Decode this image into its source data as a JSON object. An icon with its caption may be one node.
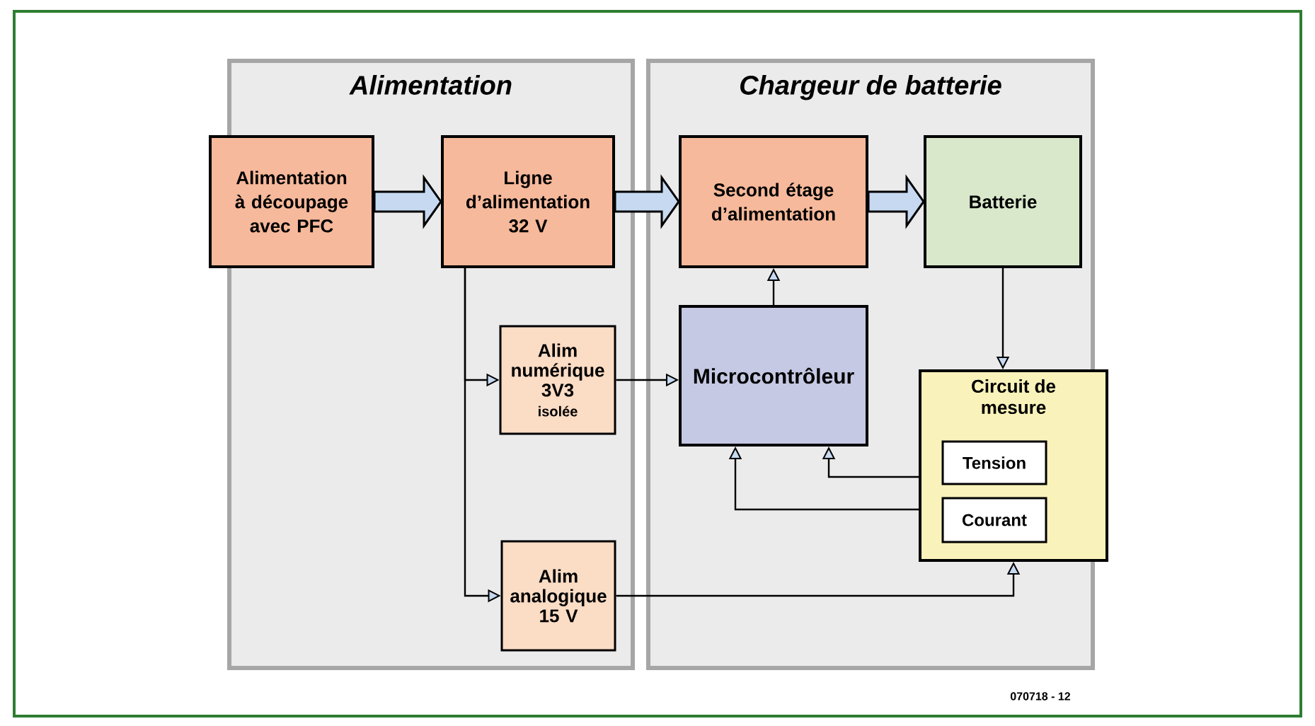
{
  "diagram": {
    "nodes": [
      {
        "text": [
          "Alimentation"
        ]
      },
      {
        "text": [
          "Chargeur de batterie"
        ]
      },
      {
        "text": [
          "Alimentation à découpage avec PFC"
        ],
        "in": 0
      },
      {
        "text": [
          "Ligne d’alimentation 32 V"
        ],
        "in": 0
      },
      {
        "text": [
          "Alim numérique 3V3",
          "isolée"
        ],
        "in": 0
      },
      {
        "text": [
          "Alim analogique 15 V"
        ],
        "in": 0
      },
      {
        "text": [
          "Second étage d’alimentation"
        ],
        "in": 1
      },
      {
        "text": [
          "Batterie"
        ],
        "in": 1
      },
      {
        "text": [
          "Microcontrôleur"
        ],
        "in": 1
      },
      {
        "text": [
          "Circuit de mesure"
        ]
      },
      {
        "text": [
          "Tension"
        ],
        "in": 9
      },
      {
        "text": [
          "Courant"
        ],
        "in": 9
      }
    ],
    "edges": [
      {
        "from": 2,
        "to": 3,
        "arrow": "to",
        "style": "thick",
        "color": "#c6d9f1"
      },
      {
        "from": 3,
        "to": 6,
        "arrow": "to",
        "style": "thick",
        "color": "#c6d9f1"
      },
      {
        "from": 6,
        "to": 7,
        "arrow": "to",
        "style": "thick",
        "color": "#c6d9f1"
      },
      {
        "from": 3,
        "to": 4,
        "arrow": "to"
      },
      {
        "from": 3,
        "to": 5,
        "arrow": "to"
      },
      {
        "from": 4,
        "to": 8,
        "arrow": "to"
      },
      {
        "from": 8,
        "to": 6,
        "arrow": "to"
      },
      {
        "from": 7,
        "to": 9,
        "arrow": "to"
      },
      {
        "from": 9,
        "to": 8,
        "arrow": "to"
      },
      {
        "from": 9,
        "to": 8,
        "arrow": "to"
      },
      {
        "from": 5,
        "to": 9,
        "arrow": "to"
      }
    ],
    "labels": [
      "070718 - 12"
    ]
  }
}
